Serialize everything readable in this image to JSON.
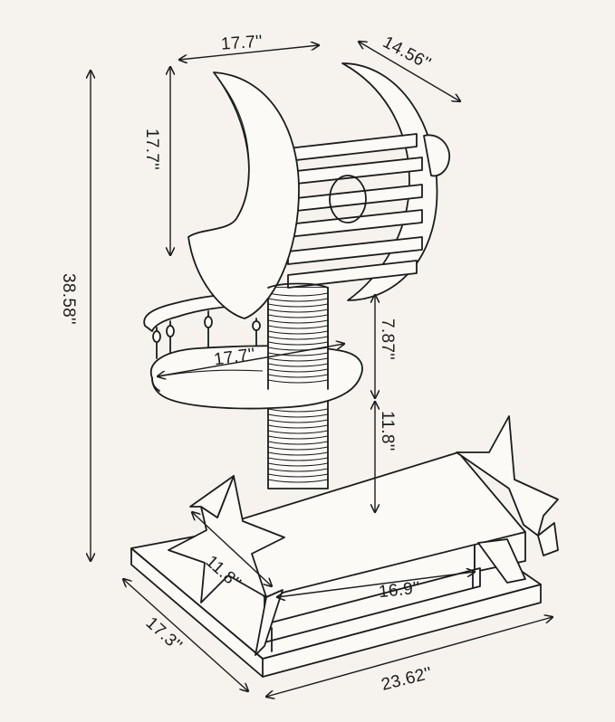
{
  "dimensions": {
    "top_width": "17.7''",
    "top_depth": "14.56''",
    "moon_height": "17.7''",
    "total_height": "38.58''",
    "platform_width": "17.7''",
    "post_upper_height": "7.87''",
    "post_lower_height": "11.8''",
    "base_star": "11.8''",
    "bed_width": "16.9''",
    "base_depth": "17.3''",
    "base_width": "23.62''"
  }
}
